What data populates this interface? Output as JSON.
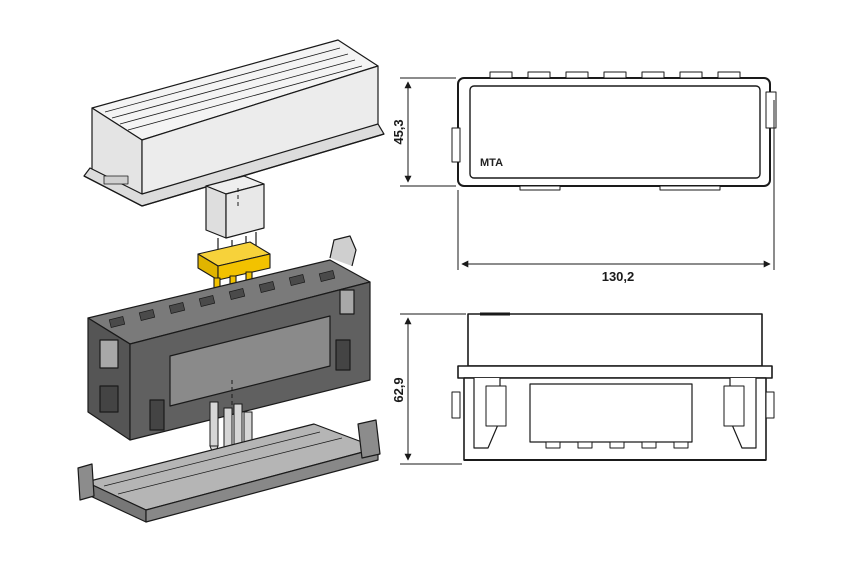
{
  "dimensions": {
    "height_top_view": "45,3",
    "width": "130,2",
    "height_side_view": "62,9"
  },
  "logo": "MTA",
  "colors": {
    "outline": "#1a1a1a",
    "body_dark": "#4a4a4a",
    "body_mid": "#6e6e6e",
    "body_light": "#9a9a9a",
    "cover_glass": "#f2f2f2",
    "bridge_yellow": "#f2c200"
  }
}
